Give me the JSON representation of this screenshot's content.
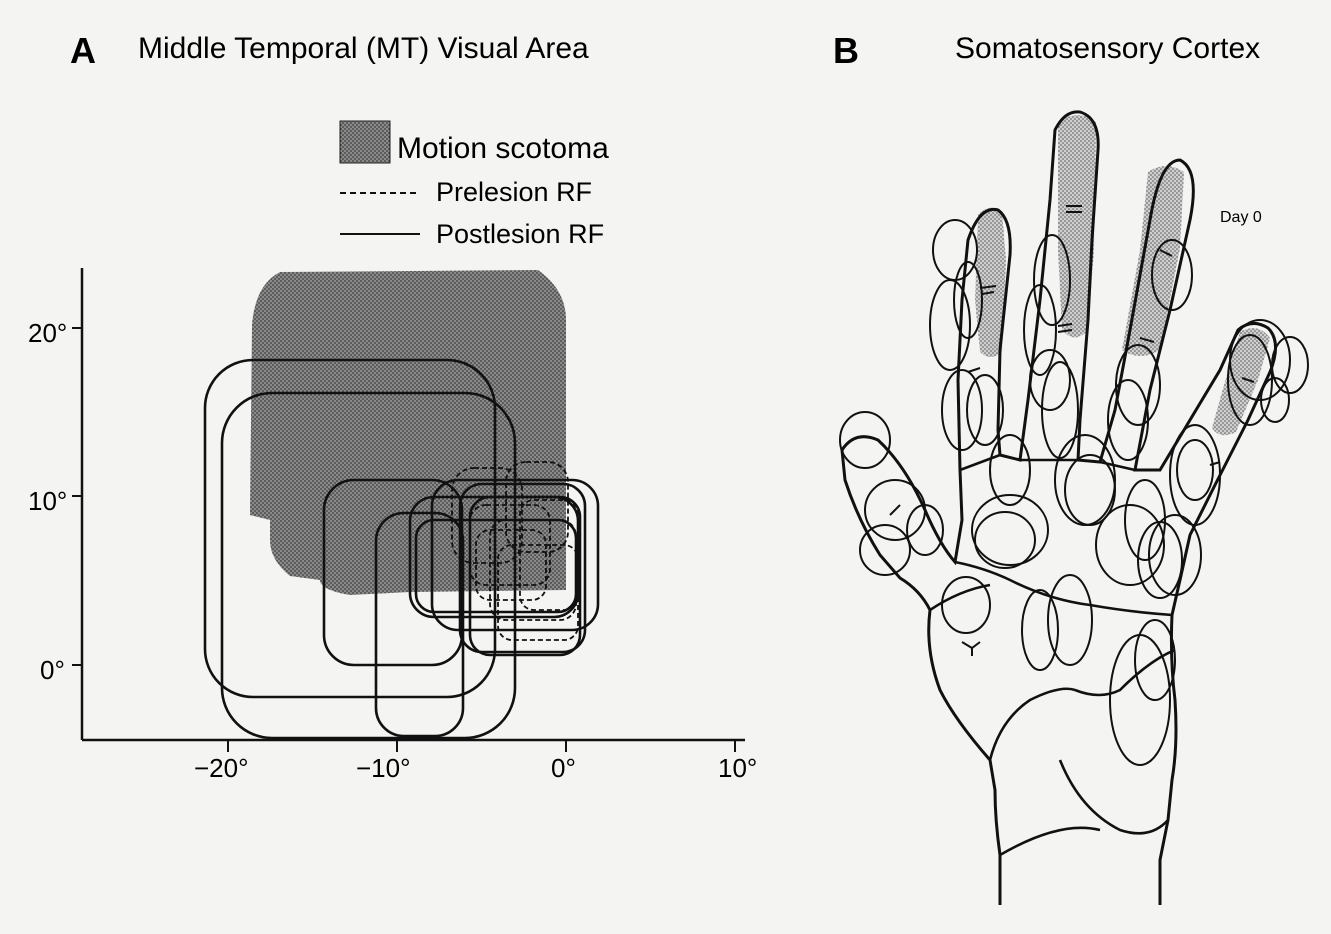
{
  "panel_a": {
    "letter": "A",
    "title": "Middle Temporal (MT) Visual Area",
    "legend": {
      "scotoma": "Motion scotoma",
      "prelesion": "Prelesion RF",
      "postlesion": "Postlesion RF"
    },
    "x_ticks": [
      "−20°",
      "−10°",
      "0°",
      "10°"
    ],
    "y_ticks": [
      "20°",
      "10°",
      "0°"
    ]
  },
  "panel_b": {
    "letter": "B",
    "title": "Somatosensory Cortex",
    "day_label": "Day 0"
  },
  "colors": {
    "ink": "#111111",
    "scotoma_fill": "#6e6e6e",
    "finger_fill": "#b9b9b9",
    "background": "#f4f4f2"
  }
}
